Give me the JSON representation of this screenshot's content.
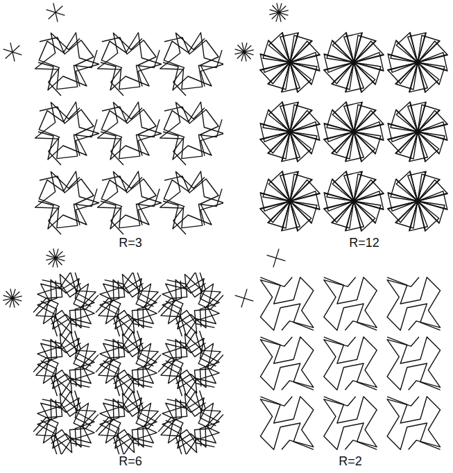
{
  "diagram": {
    "labels": [
      "R=3",
      "R=12",
      "R=6",
      "R=2"
    ]
  }
}
